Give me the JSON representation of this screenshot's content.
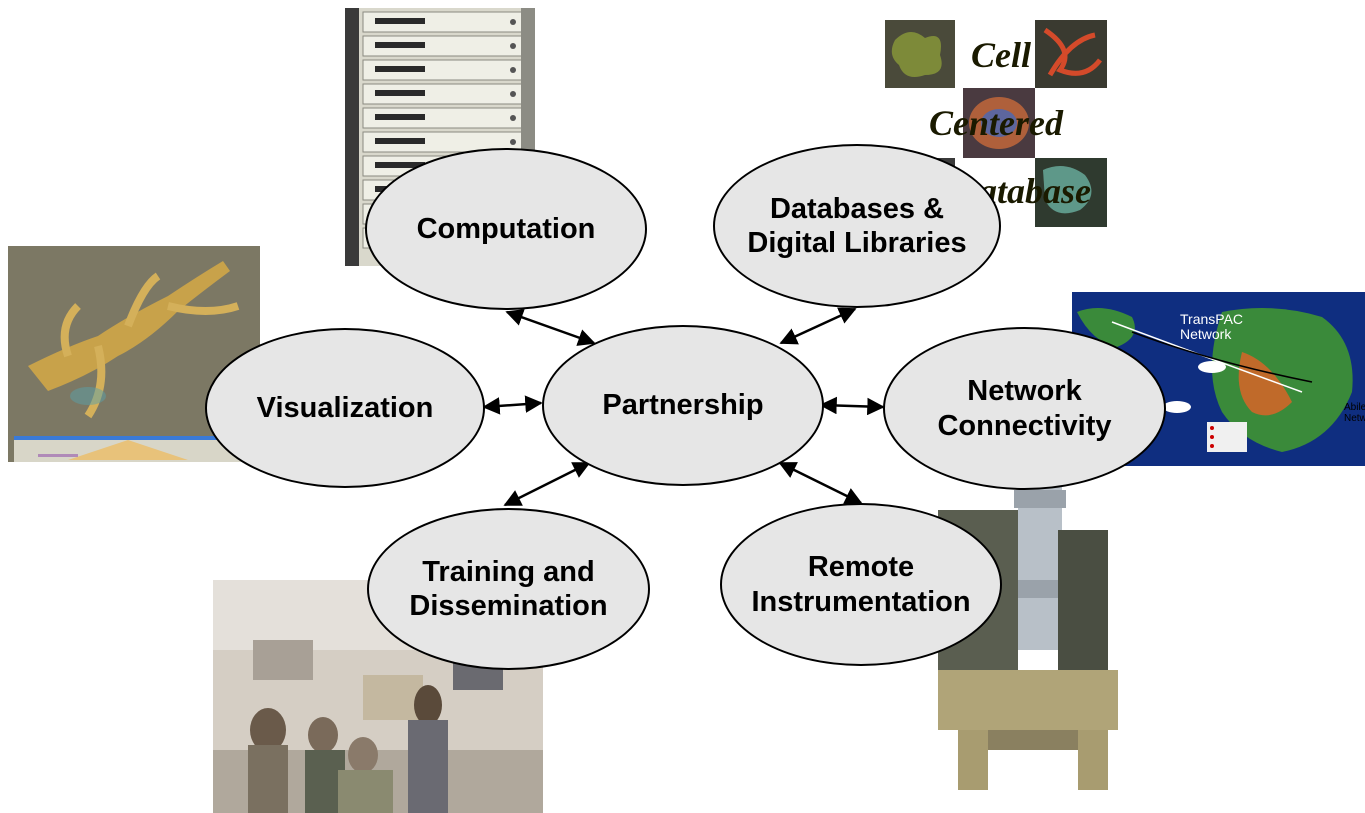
{
  "diagram": {
    "center": "Partnership",
    "nodes": {
      "computation": "Computation",
      "databases": "Databases &\nDigital Libraries",
      "visualization": "Visualization",
      "network": "Network\nConnectivity",
      "training": "Training and\nDissemination",
      "remote": "Remote\nInstrumentation"
    }
  },
  "images": {
    "ccdb": {
      "word1": "Cell",
      "word2": "Centered",
      "word3": "atabase"
    },
    "transpac": {
      "title": "TransPAC\nNetwork",
      "right_label": "Abilen\nNetwo"
    }
  },
  "colors": {
    "node_fill": "#e6e6e6",
    "node_border": "#000000",
    "arrow": "#000000"
  }
}
